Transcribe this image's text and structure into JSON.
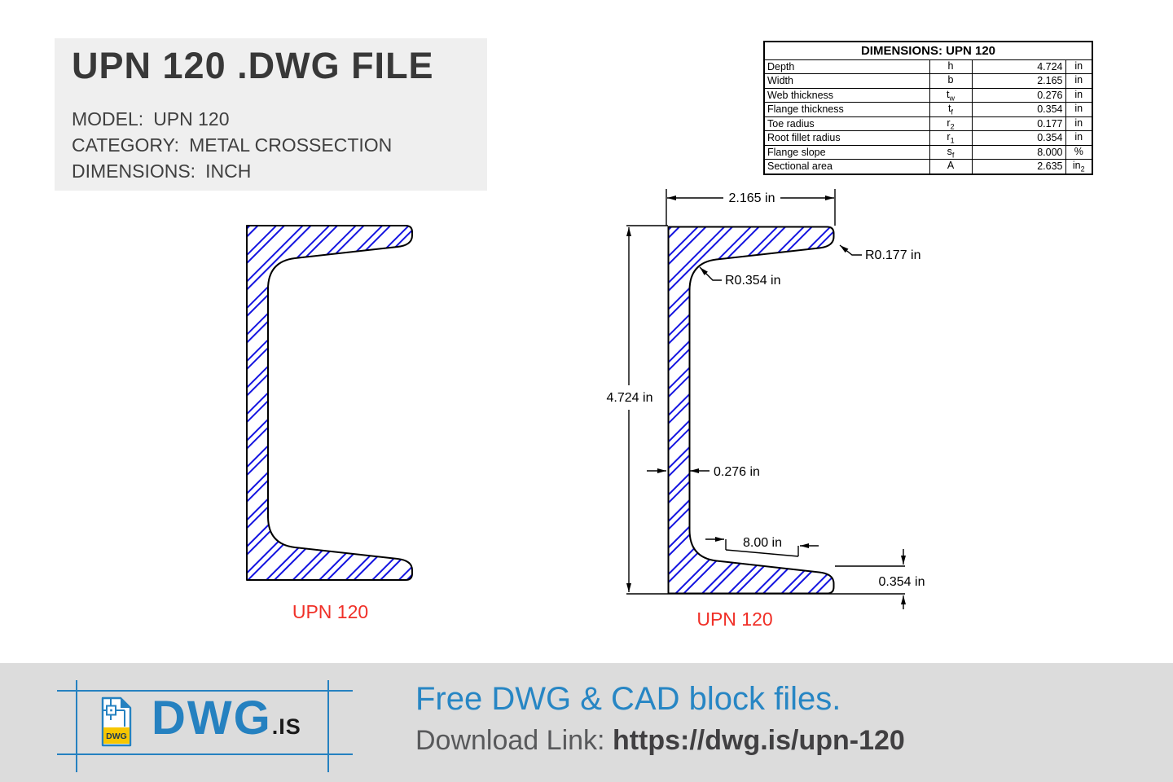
{
  "header": {
    "title": "UPN 120 .DWG FILE",
    "model_label": "MODEL:",
    "model_value": "UPN 120",
    "category_label": "CATEGORY:",
    "category_value": "METAL CROSSECTION",
    "dimensions_label": "DIMENSIONS:",
    "dimensions_value": "INCH"
  },
  "dims_table": {
    "title": "DIMENSIONS: UPN 120",
    "rows": [
      {
        "label": "Depth",
        "sym": "h",
        "sub": "",
        "value": "4.724",
        "unit": "in",
        "unit_sub": ""
      },
      {
        "label": "Width",
        "sym": "b",
        "sub": "",
        "value": "2.165",
        "unit": "in",
        "unit_sub": ""
      },
      {
        "label": "Web thickness",
        "sym": "t",
        "sub": "w",
        "value": "0.276",
        "unit": "in",
        "unit_sub": ""
      },
      {
        "label": "Flange thickness",
        "sym": "t",
        "sub": "f",
        "value": "0.354",
        "unit": "in",
        "unit_sub": ""
      },
      {
        "label": "Toe radius",
        "sym": "r",
        "sub": "2",
        "value": "0.177",
        "unit": "in",
        "unit_sub": ""
      },
      {
        "label": "Root fillet radius",
        "sym": "r",
        "sub": "1",
        "value": "0.354",
        "unit": "in",
        "unit_sub": ""
      },
      {
        "label": "Flange slope",
        "sym": "s",
        "sub": "f",
        "value": "8.000",
        "unit": "%",
        "unit_sub": ""
      },
      {
        "label": "Sectional area",
        "sym": "A",
        "sub": "",
        "value": "2.635",
        "unit": "in",
        "unit_sub": "2"
      }
    ]
  },
  "drawing_left": {
    "label": "UPN 120"
  },
  "drawing_right": {
    "label": "UPN 120",
    "dim_width": "2.165 in",
    "dim_height": "4.724 in",
    "dim_web": "0.276 in",
    "dim_slope": "8.00 in",
    "dim_flange": "0.354 in",
    "dim_toe_radius": "R0.177 in",
    "dim_root_radius": "R0.354 in"
  },
  "footer": {
    "logo_icon_label": "DWG",
    "logo_text": "DWG",
    "logo_suffix": ".IS",
    "headline": "Free DWG & CAD block files.",
    "download_label": "Download Link:",
    "download_url": "https://dwg.is/upn-120"
  },
  "colors": {
    "hatch_blue": "#1414e0",
    "accent_blue": "#2581c0",
    "label_red": "#f03028"
  }
}
